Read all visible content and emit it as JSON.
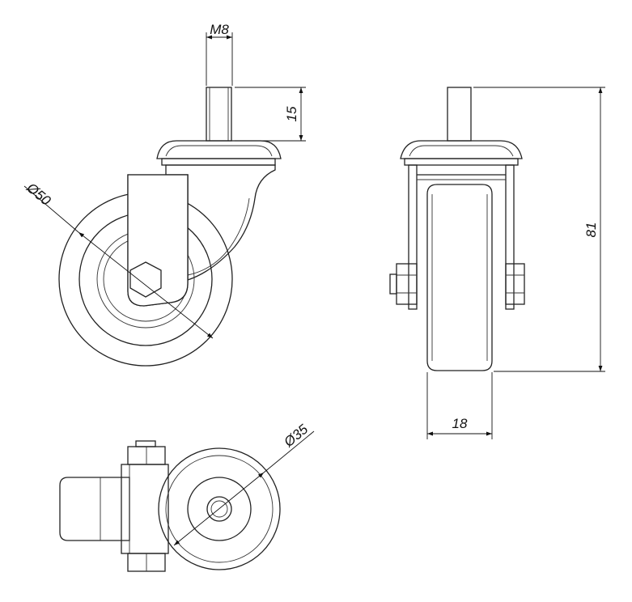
{
  "drawing": {
    "thread_label": "M8",
    "stem_length_label": "15",
    "total_height_label": "81",
    "wheel_diameter_label": "Ø50",
    "wheel_width_label": "18",
    "plate_diameter_label": "Ø35"
  },
  "colors": {
    "line": "#222222",
    "background": "#ffffff"
  }
}
